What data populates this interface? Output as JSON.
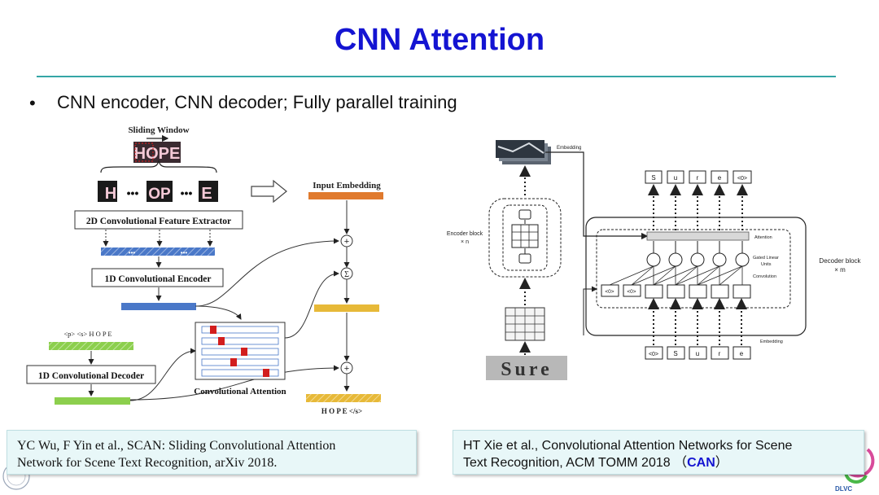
{
  "slide": {
    "title": "CNN Attention",
    "bullet": "CNN encoder, CNN decoder; Fully parallel training"
  },
  "left_diagram": {
    "sliding_window": "Sliding Window",
    "word_image": "HOPE",
    "crops": [
      "H",
      "•••",
      "OP",
      "•••",
      "E"
    ],
    "feature_extractor": "2D Convolutional Feature Extractor",
    "dots": "•••",
    "encoder": "1D Convolutional Encoder",
    "input_embedding": "Input Embedding",
    "decoder_input_tokens": "<p> <s>  H   O   P   E",
    "decoder": "1D Convolutional Decoder",
    "attention": "Convolutional Attention",
    "output_tokens": "H   O   P   E  </s>",
    "plus": "+",
    "sigma": "Σ"
  },
  "right_diagram": {
    "embedding_top": "Embedding",
    "encoder_block": "Encoder block",
    "encoder_repeat": "× n",
    "attention": "Attention",
    "gated_linear_units_1": "Gated Linear",
    "gated_linear_units_2": "Units",
    "convolution": "Convolution",
    "decoder_block": "Decoder block",
    "decoder_repeat": "× m",
    "embedding_bottom": "Embedding",
    "output_tokens": [
      "S",
      "u",
      "r",
      "e",
      "<0>"
    ],
    "input_tokens": [
      "<0>",
      "S",
      "u",
      "r",
      "e"
    ],
    "pad_tokens": [
      "<0>",
      "<0>"
    ],
    "input_image_text": "Sure"
  },
  "citations": {
    "left_1": "YC Wu, F Yin et al., SCAN: Sliding Convolutional Attention",
    "left_2": "Network for Scene Text Recognition, arXiv 2018.",
    "right_1": "HT Xie et al., Convolutional Attention Networks for Scene",
    "right_2_prefix": "Text Recognition, ACM TOMM  2018  （",
    "right_2_can": "CAN",
    "right_2_suffix": "）"
  },
  "footer": {
    "logo_text": "DLVC"
  },
  "colors": {
    "title": "#1414d2",
    "rule": "#35a6a6",
    "encoder_blue": "#4a78c8",
    "decoder_green": "#8ccf4d",
    "embed_orange": "#e07a2e",
    "attn_yellow": "#e7b938",
    "attention_red": "#d21e1e",
    "citation_bg": "#e8f7f8"
  }
}
